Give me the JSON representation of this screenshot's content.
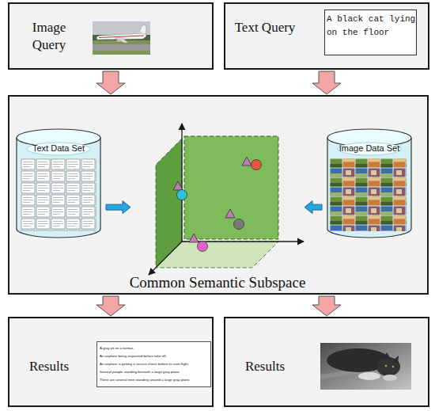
{
  "diagram": {
    "nodes": [
      {
        "text": [
          "Image Query"
        ]
      },
      {
        "text": [
          "Text Query"
        ]
      },
      {
        "text": [
          "A black cat lying on the floor"
        ],
        "in": 1
      },
      {
        "text": []
      },
      {
        "text": [
          "Text Data Set"
        ],
        "in": 3
      },
      {
        "text": [
          "Common Semantic Subspace"
        ],
        "in": 3
      },
      {
        "text": [
          "Image Data Set"
        ],
        "in": 3
      },
      {
        "text": [
          "Results"
        ]
      },
      {
        "text": [
          "A gray jet on a tarmac.",
          "An airplane being inspected before take off.",
          "An airplane is getting a service check before its next flight.",
          "Several people standing beneath a large gray plane.",
          "There are several men standing around a large gray plane."
        ],
        "in": 7
      },
      {
        "text": [
          "Results"
        ]
      }
    ],
    "edges": [
      {
        "from": 0,
        "to": 3,
        "arrow": "to"
      },
      {
        "from": 1,
        "to": 3,
        "arrow": "to"
      },
      {
        "from": 4,
        "to": 5,
        "arrow": "to"
      },
      {
        "from": 6,
        "to": 5,
        "arrow": "to"
      },
      {
        "from": 3,
        "to": 7,
        "arrow": "to"
      },
      {
        "from": 3,
        "to": 9,
        "arrow": "to"
      }
    ]
  }
}
